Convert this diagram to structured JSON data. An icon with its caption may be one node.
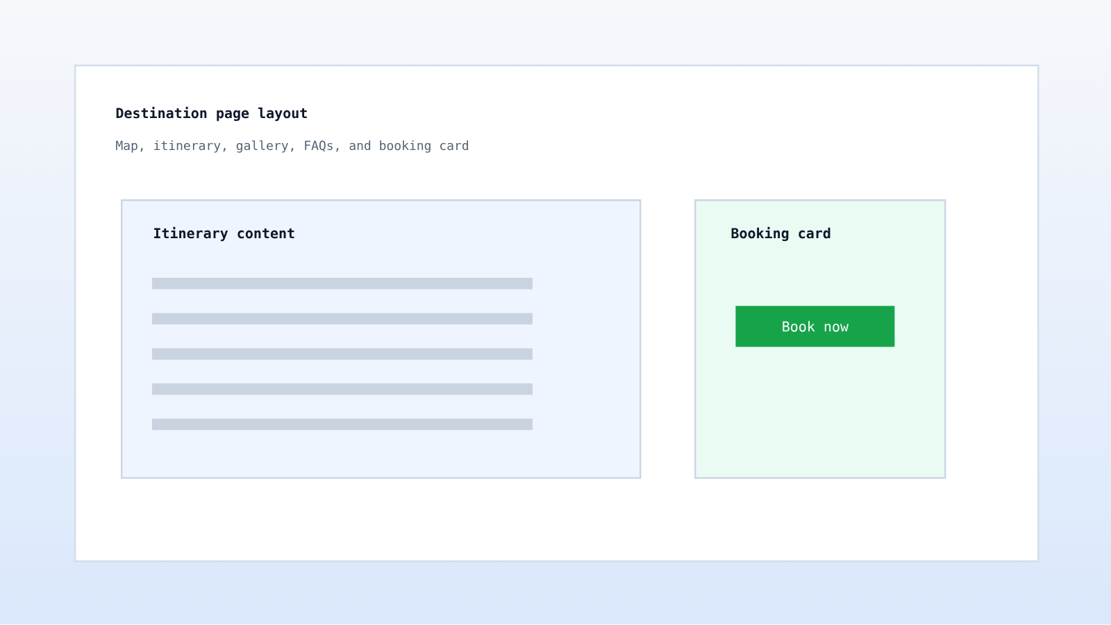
{
  "diagram": {
    "nodes": [
      {
        "text": [
          "Destination page layout",
          "Map, itinerary, gallery, FAQs, and booking card"
        ]
      },
      {
        "text": [
          "Itinerary content"
        ],
        "in": 0
      },
      {
        "text": [
          "Booking card"
        ],
        "in": 0
      },
      {
        "text": [
          "Book now"
        ],
        "in": 2
      }
    ]
  }
}
